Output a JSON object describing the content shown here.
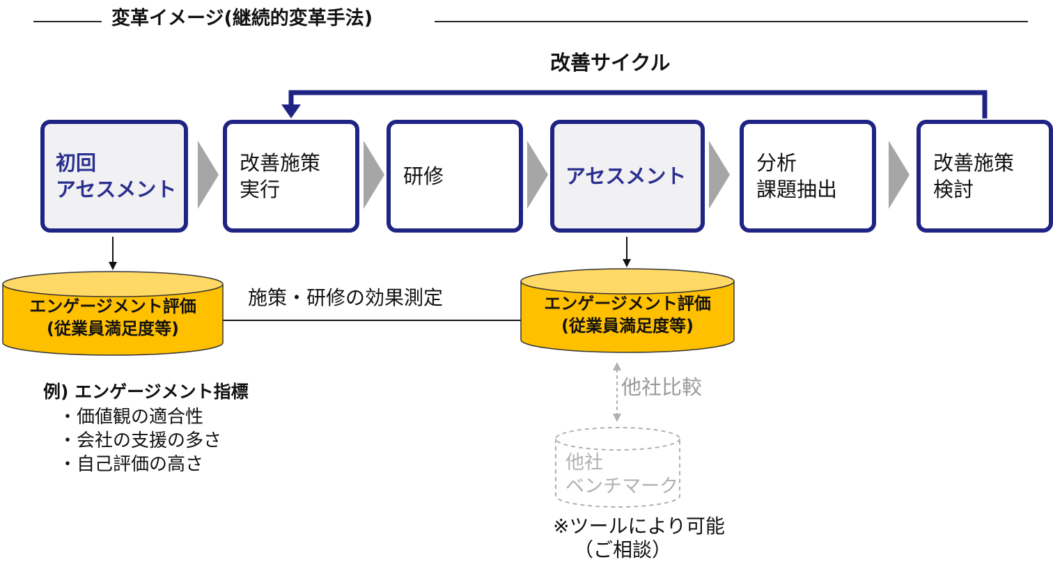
{
  "header": {
    "title": "変革イメージ(継続的変革手法)"
  },
  "cycle": {
    "label": "改善サイクル"
  },
  "steps": [
    {
      "label": "初回\nアセスメント",
      "emphasis": true
    },
    {
      "label": "改善施策\n実行",
      "emphasis": false
    },
    {
      "label": "研修",
      "emphasis": false
    },
    {
      "label": "アセスメント",
      "emphasis": true
    },
    {
      "label": "分析\n課題抽出",
      "emphasis": false
    },
    {
      "label": "改善施策\n検討",
      "emphasis": false
    }
  ],
  "databases": [
    {
      "label": "エンゲージメント評価\n(従業員満足度等)"
    },
    {
      "label": "エンゲージメント評価\n(従業員満足度等)"
    }
  ],
  "effect_measurement": {
    "label": "施策・研修の効果測定"
  },
  "comparison": {
    "label": "他社比較",
    "benchmark_label": "他社\nベンチマーク",
    "note_line1": "※ツールにより可能",
    "note_line2": "（ご相談）"
  },
  "example": {
    "heading": "例) エンゲージメント指標",
    "items": [
      "・価値観の適合性",
      "・会社の支援の多さ",
      "・自己評価の高さ"
    ]
  },
  "colors": {
    "step_border": "#1f2383",
    "emphasis_text": "#2a2f8f",
    "chevron": "#a6a6a6",
    "cylinder_body": "#ffc000",
    "cylinder_top": "#ffd966",
    "benchmark_dashed": "#b0b0b0",
    "muted_text": "#9a9a9a"
  }
}
